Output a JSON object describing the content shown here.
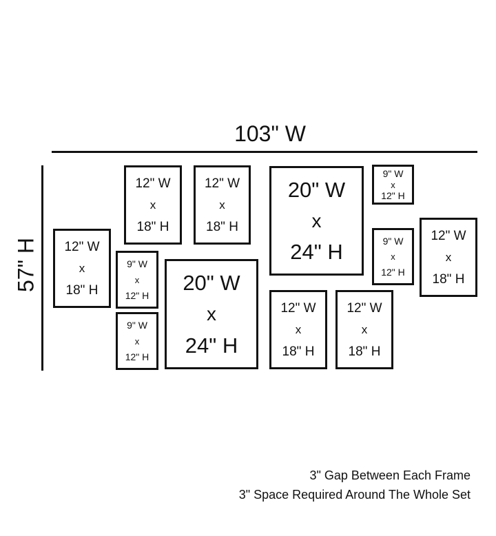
{
  "width_label": "103\" W",
  "height_label": "57\" H",
  "frames": [
    {
      "w": "12\" W",
      "x": "x",
      "h": "18\" H"
    },
    {
      "w": "9\" W",
      "x": "x",
      "h": "12\" H"
    },
    {
      "w": "9\" W",
      "x": "x",
      "h": "12\" H"
    },
    {
      "w": "12\" W",
      "x": "x",
      "h": "18\" H"
    },
    {
      "w": "12\" W",
      "x": "x",
      "h": "18\" H"
    },
    {
      "w": "20\" W",
      "x": "x",
      "h": "24\" H"
    },
    {
      "w": "20\" W",
      "x": "x",
      "h": "24\" H"
    },
    {
      "w": "9\" W",
      "x": "x",
      "h": "12\" H"
    },
    {
      "w": "9\" W",
      "x": "x",
      "h": "12\" H"
    },
    {
      "w": "12\" W",
      "x": "x",
      "h": "18\" H"
    },
    {
      "w": "12\" W",
      "x": "x",
      "h": "18\" H"
    },
    {
      "w": "12\" W",
      "x": "x",
      "h": "18\" H"
    }
  ],
  "notes": [
    "3\" Gap Between Each Frame",
    "3\" Space Required Around The Whole Set"
  ]
}
